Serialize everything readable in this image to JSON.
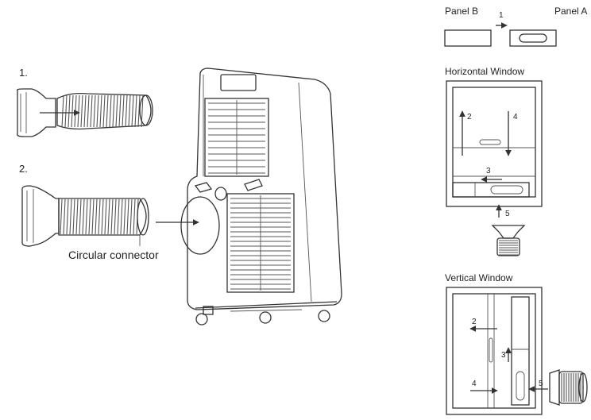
{
  "colors": {
    "line": "#333333",
    "fill": "#ffffff",
    "panel": "#f5f5f5",
    "window": "#efefef"
  },
  "steps": {
    "step1": "1.",
    "step2": "2."
  },
  "labels": {
    "circular_connector": "Circular connector",
    "panel_b": "Panel B",
    "panel_a": "Panel A",
    "panel_step": "1",
    "horizontal_window": "Horizontal Window",
    "vertical_window": "Vertical Window"
  },
  "horizontal_steps": [
    "2",
    "4",
    "3",
    "5"
  ],
  "vertical_steps": [
    "2",
    "3",
    "4",
    "5"
  ]
}
